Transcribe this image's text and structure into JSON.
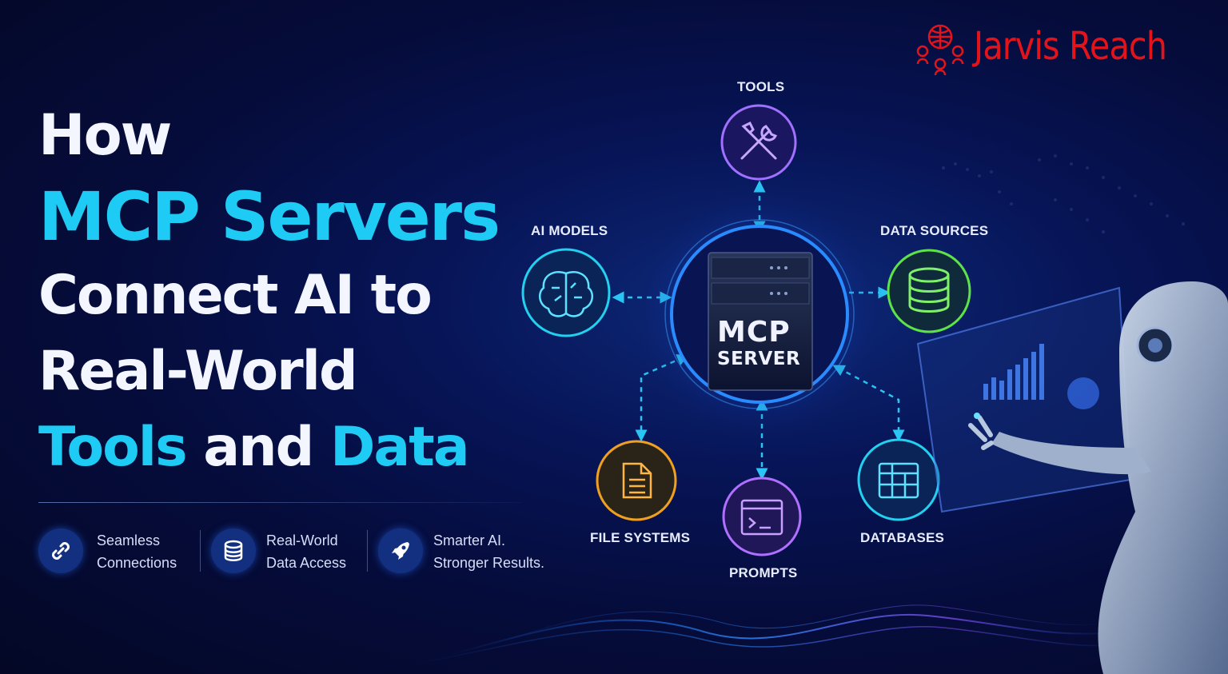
{
  "brand": {
    "name": "Jarvis Reach",
    "color": "#e3131b"
  },
  "headline": {
    "line1": "How",
    "line2": "MCP Servers",
    "line3": "Connect AI to",
    "line4": "Real-World",
    "line5_part1": "Tools",
    "line5_part2": "and",
    "line5_part3": "Data"
  },
  "features": [
    {
      "icon": "link-icon",
      "line1": "Seamless",
      "line2": "Connections"
    },
    {
      "icon": "database-icon",
      "line1": "Real-World",
      "line2": "Data Access"
    },
    {
      "icon": "rocket-icon",
      "line1": "Smarter AI.",
      "line2": "Stronger Results."
    }
  ],
  "diagram": {
    "center": {
      "title": "MCP",
      "subtitle": "SERVER",
      "icon": "server-rack-icon"
    },
    "nodes": [
      {
        "id": "tools",
        "label": "TOOLS",
        "icon": "wrench-screwdriver-icon",
        "color": "#a070ff"
      },
      {
        "id": "ai_models",
        "label": "AI MODELS",
        "icon": "brain-icon",
        "color": "#22d0f0"
      },
      {
        "id": "data_sources",
        "label": "DATA SOURCES",
        "icon": "database-icon",
        "color": "#5ee24a"
      },
      {
        "id": "file_systems",
        "label": "FILE SYSTEMS",
        "icon": "document-icon",
        "color": "#f0a020"
      },
      {
        "id": "prompts",
        "label": "PROMPTS",
        "icon": "terminal-window-icon",
        "color": "#b070ff"
      },
      {
        "id": "databases",
        "label": "DATABASES",
        "icon": "table-icon",
        "color": "#22d0f0"
      }
    ]
  },
  "colors": {
    "accent": "#1ecbf5",
    "background": "#050c3a",
    "connector": "#29c6f5"
  }
}
